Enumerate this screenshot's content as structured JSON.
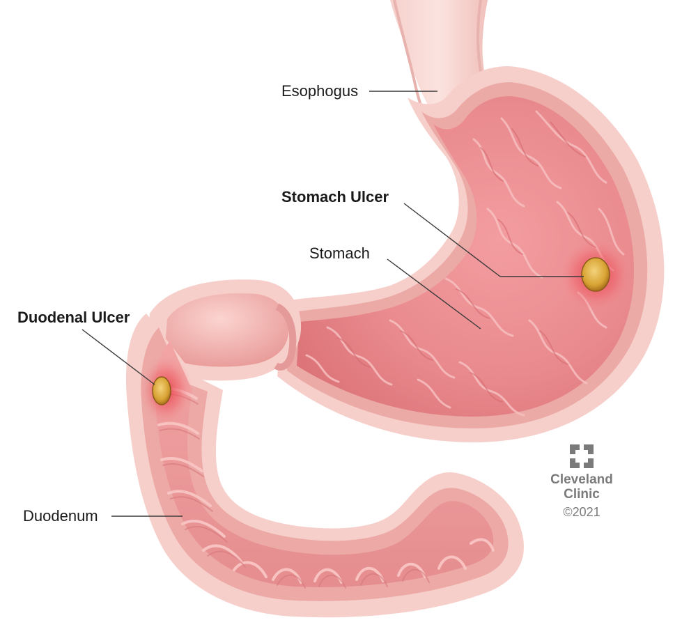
{
  "labels": {
    "esophagus": "Esophogus",
    "stomach_ulcer": "Stomach Ulcer",
    "stomach": "Stomach",
    "duodenal_ulcer": "Duodenal Ulcer",
    "duodenum": "Duodenum"
  },
  "brand": {
    "line1": "Cleveland",
    "line2": "Clinic",
    "copyright": "©2021",
    "color": "#7a7a7a"
  },
  "colors": {
    "tissue_outer": "#f6c9c4",
    "tissue_wall": "#e9a3a0",
    "mucosa": "#e88a8a",
    "mucosa_dark": "#d86e72",
    "ulcer": "#d9a532",
    "inflammation": "#e2404a"
  }
}
